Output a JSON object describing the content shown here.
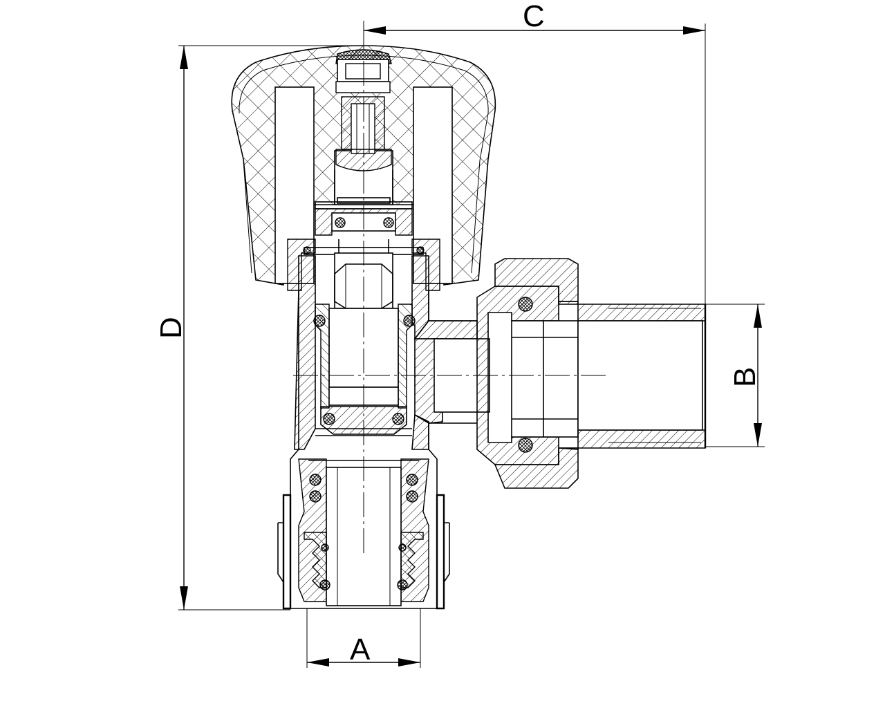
{
  "drawing": {
    "dimensions": [
      {
        "id": "A",
        "label": "A"
      },
      {
        "id": "B",
        "label": "B"
      },
      {
        "id": "C",
        "label": "C"
      },
      {
        "id": "D",
        "label": "D"
      }
    ]
  }
}
